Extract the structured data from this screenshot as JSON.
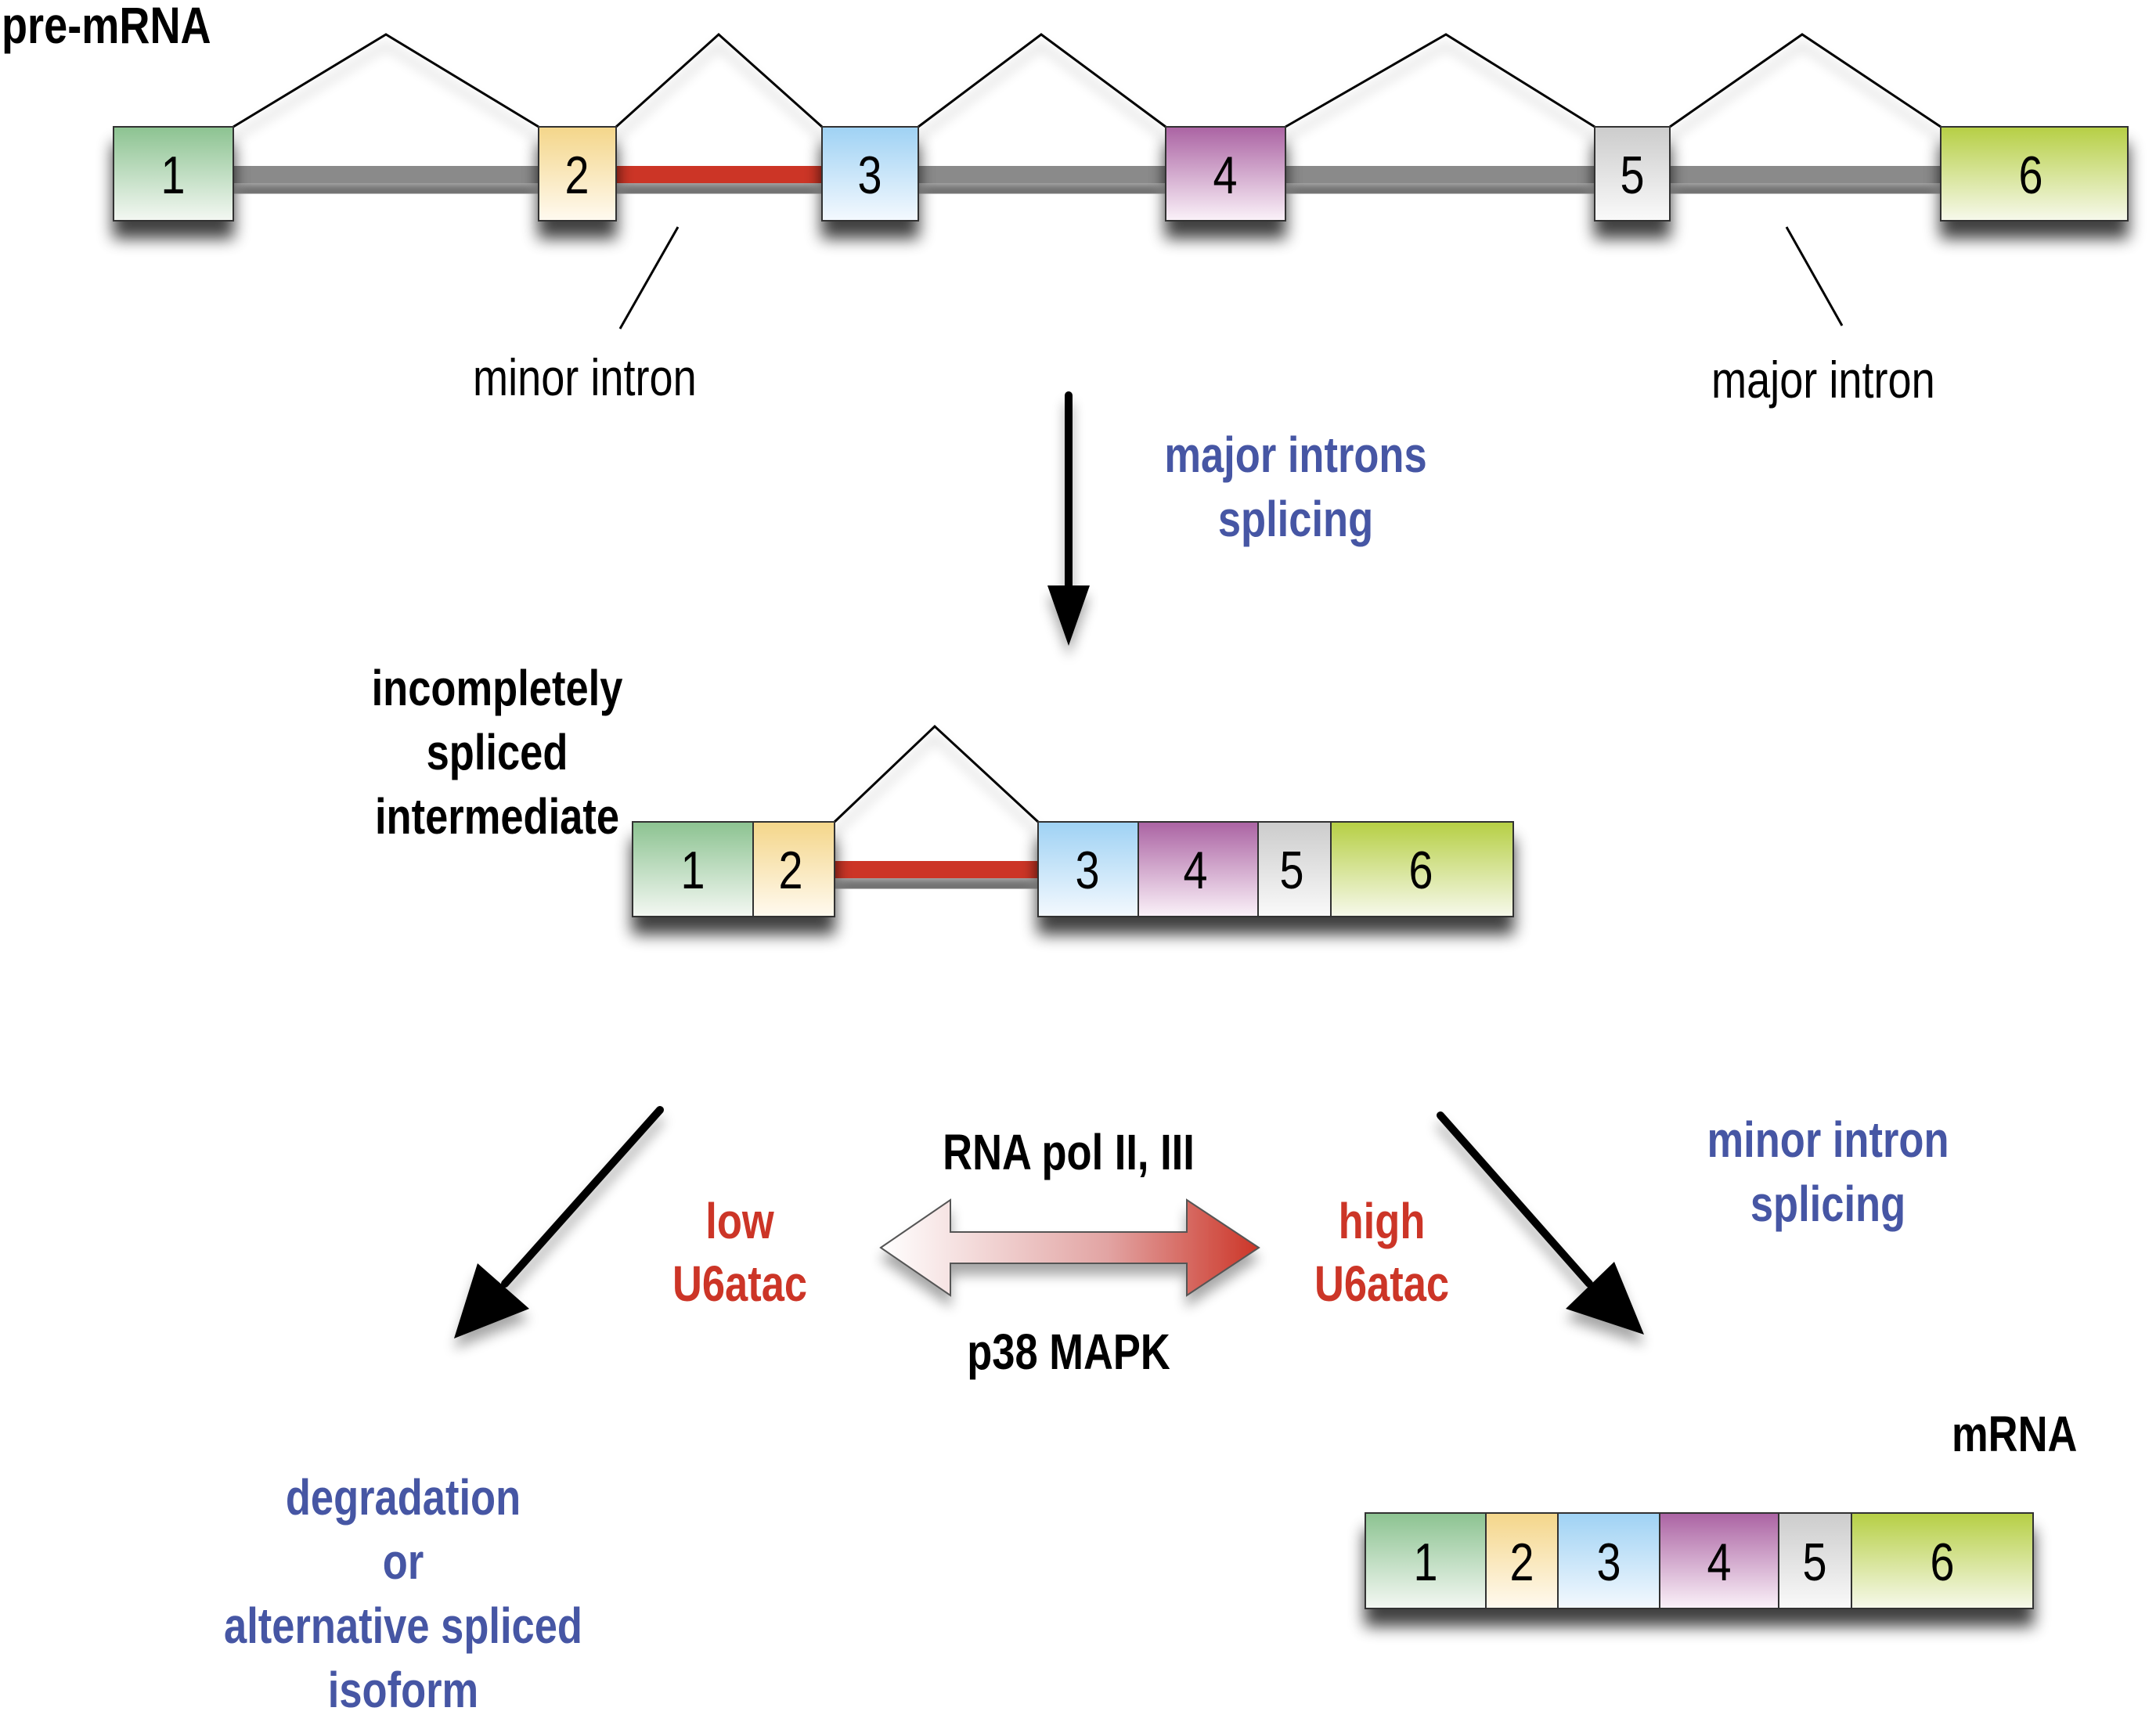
{
  "colors": {
    "exon1": "#8cc391",
    "exon2": "#f4d68a",
    "exon3": "#9fd2f4",
    "exon4": "#ab63a3",
    "exon5": "#cccccc",
    "exon6": "#b6cf44",
    "minor_intron": "#cc3527",
    "major_intron": "#8a8a8a",
    "blue_text": "#4656a4",
    "red_text": "#cc3527"
  },
  "pre_mrna": {
    "title": "pre-mRNA",
    "exons": [
      {
        "label": "1",
        "color_key": "exon1"
      },
      {
        "label": "2",
        "color_key": "exon2"
      },
      {
        "label": "3",
        "color_key": "exon3"
      },
      {
        "label": "4",
        "color_key": "exon4"
      },
      {
        "label": "5",
        "color_key": "exon5"
      },
      {
        "label": "6",
        "color_key": "exon6"
      }
    ],
    "minor_intron_label": "minor intron",
    "major_intron_label": "major intron"
  },
  "step1": {
    "label_line1": "major introns",
    "label_line2": "splicing"
  },
  "intermediate": {
    "title_line1": "incompletely spliced",
    "title_line2": "intermediate",
    "exons": [
      "1",
      "2",
      "3",
      "4",
      "5",
      "6"
    ]
  },
  "regulation": {
    "top_label": "RNA pol II, III",
    "bottom_label": "p38 MAPK",
    "low_line1": "low",
    "low_line2": "U6atac",
    "high_line1": "high",
    "high_line2": "U6atac"
  },
  "step2": {
    "label_line1": "minor intron",
    "label_line2": "splicing"
  },
  "outcome_left": {
    "line1": "degradation",
    "line2": "or",
    "line3": "alternative spliced isoform"
  },
  "mrna": {
    "title": "mRNA",
    "exons": [
      "1",
      "2",
      "3",
      "4",
      "5",
      "6"
    ]
  }
}
